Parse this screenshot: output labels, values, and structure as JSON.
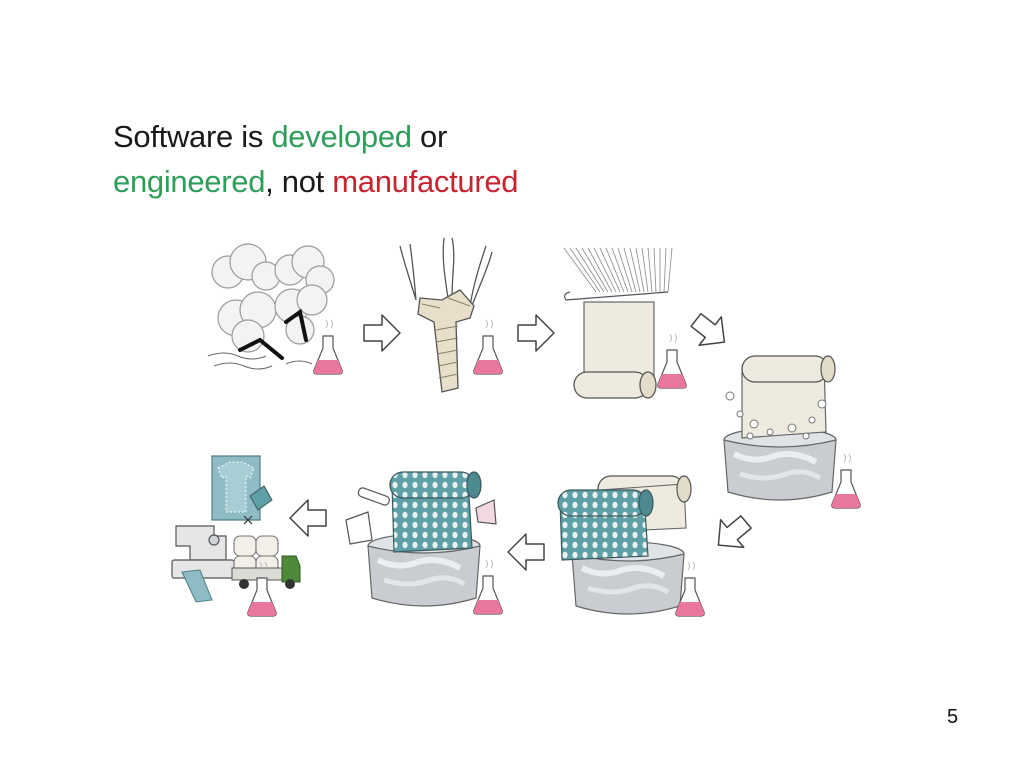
{
  "slide": {
    "title_parts": [
      {
        "text": "Software is ",
        "color": "#1a1a1a"
      },
      {
        "text": "developed",
        "color": "#2e9e5b"
      },
      {
        "text": " or",
        "color": "#1a1a1a"
      },
      {
        "text": "engineered",
        "color": "#2e9e5b"
      },
      {
        "text": ", not ",
        "color": "#1a1a1a"
      },
      {
        "text": "manufactured",
        "color": "#c8242f"
      }
    ],
    "page_number": "5"
  },
  "illustration": {
    "steps": [
      {
        "name": "cotton-bolls"
      },
      {
        "name": "twisted-yarn"
      },
      {
        "name": "weaving-loom"
      },
      {
        "name": "bleaching-vat"
      },
      {
        "name": "dyeing-vat"
      },
      {
        "name": "printing-vat"
      },
      {
        "name": "sewing-and-shipping"
      }
    ],
    "colors": {
      "flask_liquid": "#e8769e",
      "fabric_teal": "#5f9fa6",
      "fabric_cream": "#efeadf",
      "truck_green": "#4f8a3a",
      "vat_grey": "#c9cdd1"
    }
  }
}
